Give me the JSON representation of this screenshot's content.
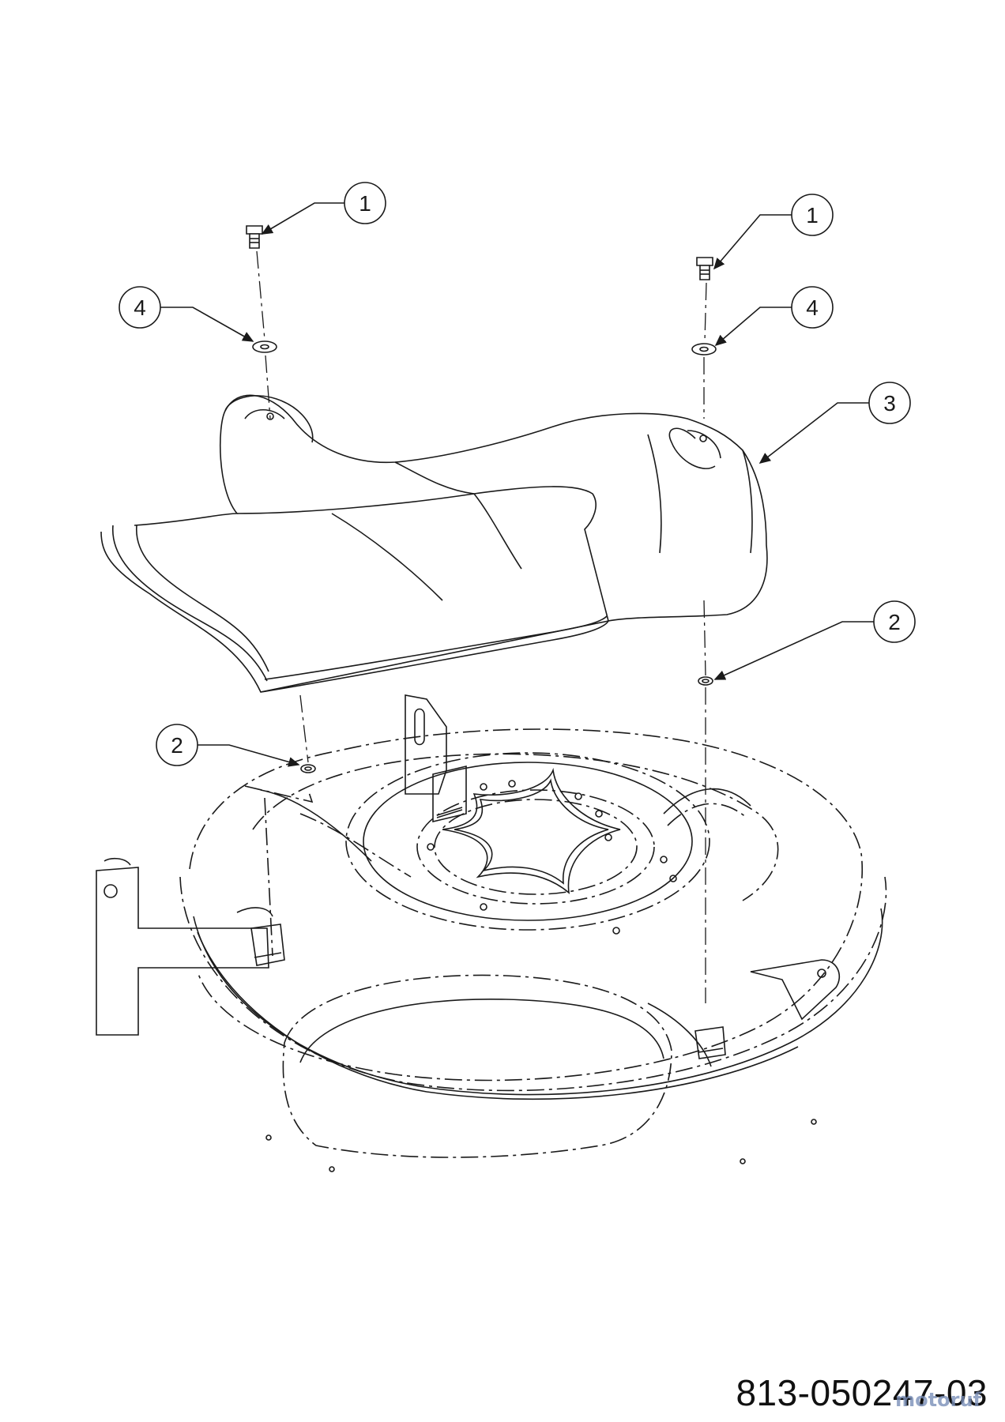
{
  "callouts": {
    "bolt_left": "1",
    "bolt_right": "1",
    "washer_left": "4",
    "washer_right": "4",
    "chute": "3",
    "nut_right": "2",
    "nut_left": "2"
  },
  "drawing_number": "813-050247-03",
  "watermark": "motoruf",
  "colors": {
    "line": "#1a1a1a",
    "background": "#ffffff",
    "watermark": "#7a8fb8"
  }
}
